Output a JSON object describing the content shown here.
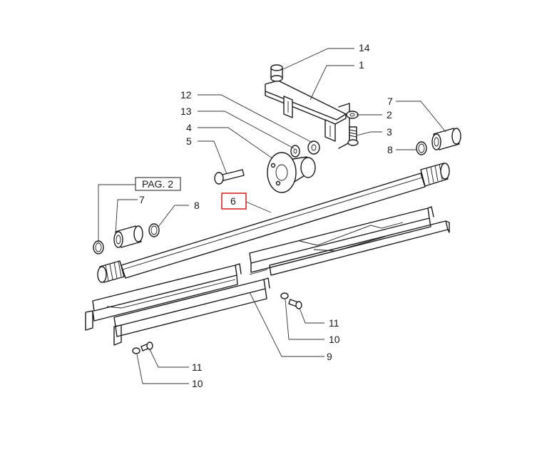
{
  "diagram": {
    "labels": {
      "p14": "14",
      "p1": "1",
      "p12": "12",
      "p13": "13",
      "p4": "4",
      "p5": "5",
      "p2": "2",
      "p3": "3",
      "p7_right": "7",
      "p8_right": "8",
      "p7_left": "7",
      "p8_left": "8",
      "p6": "6",
      "p11_right": "11",
      "p10_right": "10",
      "p9": "9",
      "p11_left": "11",
      "p10_left": "10"
    },
    "page_reference": "PAG. 2",
    "highlighted_part": "6",
    "colors": {
      "line": "#1a1a1a",
      "highlight": "#d6262a"
    }
  }
}
